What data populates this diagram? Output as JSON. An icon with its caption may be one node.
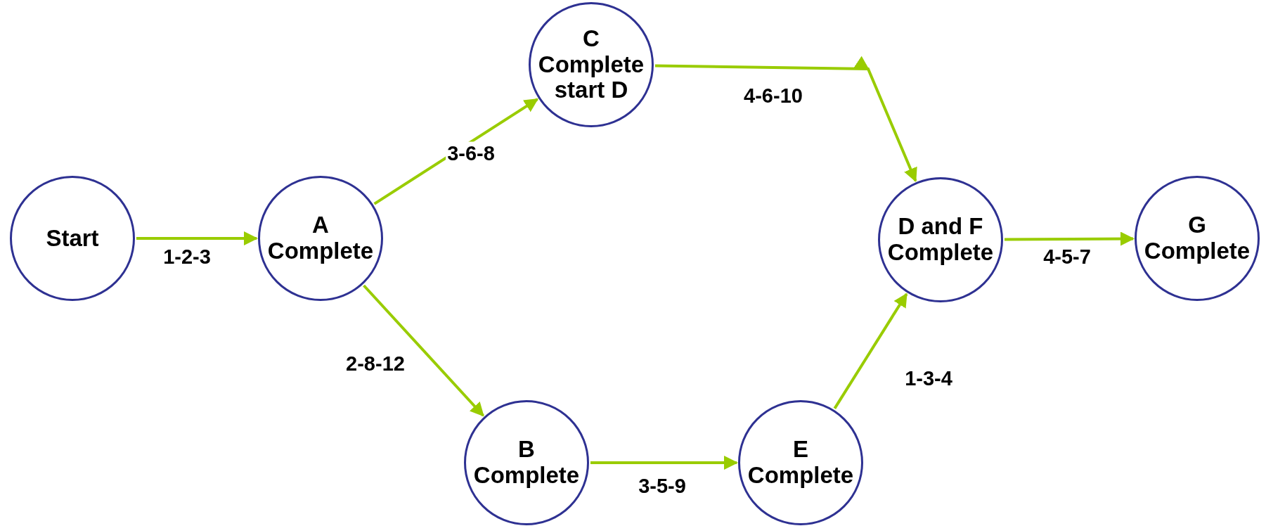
{
  "diagram": {
    "nodes": [
      {
        "text": [
          "Start"
        ]
      },
      {
        "text": [
          "A Complete"
        ]
      },
      {
        "text": [
          "C Complete start D"
        ]
      },
      {
        "text": [
          "B Complete"
        ]
      },
      {
        "text": [
          "E Complete"
        ]
      },
      {
        "text": [
          "D and F Complete"
        ]
      },
      {
        "text": [
          "G Complete"
        ]
      }
    ],
    "edges": [
      {
        "from": 0,
        "to": 1,
        "arrow": "to",
        "label": "1-2-3"
      },
      {
        "from": 1,
        "to": 2,
        "arrow": "to",
        "label": "3-6-8"
      },
      {
        "from": 1,
        "to": 3,
        "arrow": "to",
        "label": "2-8-12"
      },
      {
        "from": 2,
        "to": 5,
        "arrow": "to",
        "label": "4-6-10"
      },
      {
        "from": 3,
        "to": 4,
        "arrow": "to",
        "label": "3-5-9"
      },
      {
        "from": 4,
        "to": 5,
        "arrow": "to",
        "label": "1-3-4"
      },
      {
        "from": 5,
        "to": 6,
        "arrow": "to",
        "label": "4-5-7"
      }
    ]
  }
}
